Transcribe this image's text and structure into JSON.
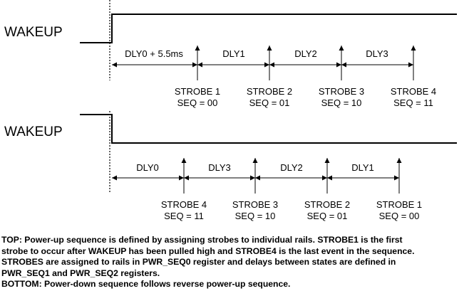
{
  "top": {
    "signal": "WAKEUP",
    "delays": [
      "DLY0 + 5.5ms",
      "DLY1",
      "DLY2",
      "DLY3"
    ],
    "strobes": [
      {
        "name": "STROBE 1",
        "seq": "SEQ = 00"
      },
      {
        "name": "STROBE 2",
        "seq": "SEQ = 01"
      },
      {
        "name": "STROBE 3",
        "seq": "SEQ = 10"
      },
      {
        "name": "STROBE 4",
        "seq": "SEQ = 11"
      }
    ]
  },
  "bottom": {
    "signal": "WAKEUP",
    "delays": [
      "DLY0",
      "DLY3",
      "DLY2",
      "DLY1"
    ],
    "strobes": [
      {
        "name": "STROBE 4",
        "seq": "SEQ = 11"
      },
      {
        "name": "STROBE 3",
        "seq": "SEQ = 10"
      },
      {
        "name": "STROBE 2",
        "seq": "SEQ = 01"
      },
      {
        "name": "STROBE 1",
        "seq": "SEQ = 00"
      }
    ]
  },
  "caption": [
    "TOP:  Power-up sequence is defined by assigning strobes to individual rails.  STROBE1 is the first",
    "strobe to occur after WAKEUP has been pulled high and STROBE4 is the last event in the sequence.",
    "STROBES are assigned to rails in PWR_SEQ0 register and delays between states are defined in",
    "PWR_SEQ1 and PWR_SEQ2 registers.",
    "BOTTOM:  Power-down sequence follows reverse power-up sequence."
  ]
}
